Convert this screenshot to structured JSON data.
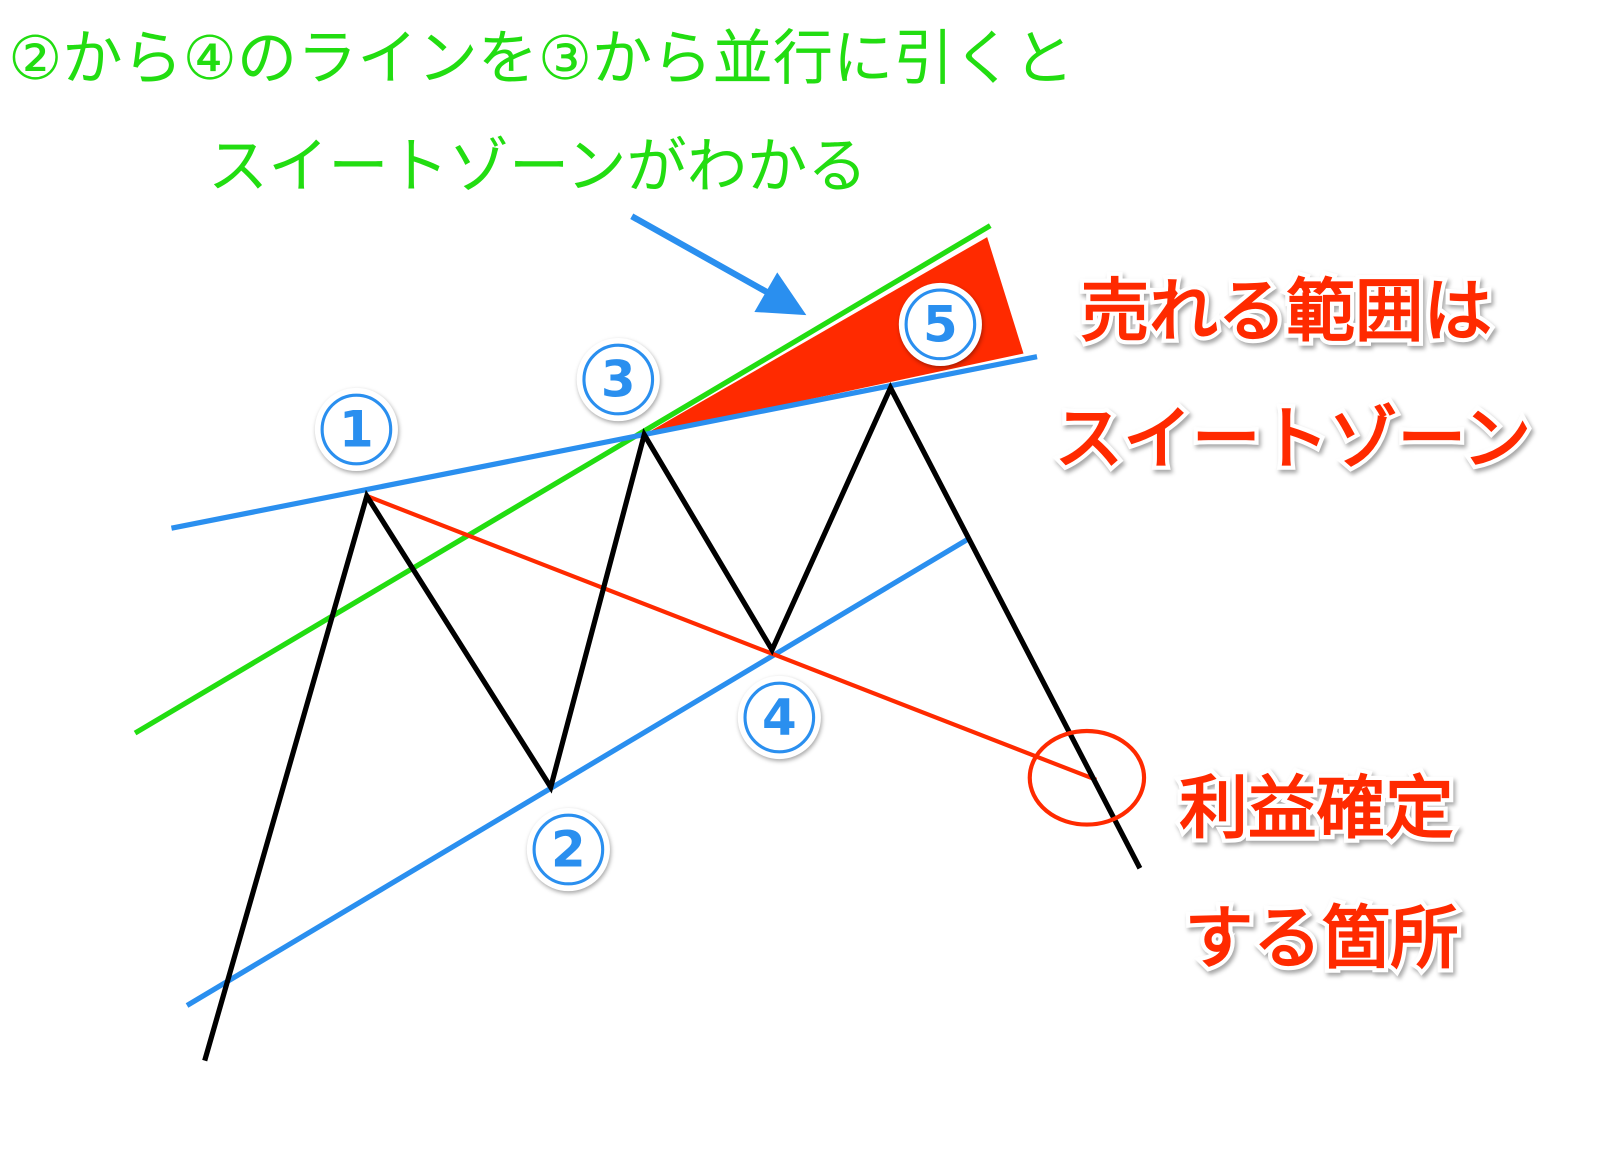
{
  "title_line1": "②から④のラインを③から並行に引くと",
  "title_line2": "スイートゾーンがわかる",
  "label_sell_line1": "売れる範囲は",
  "label_sell_line2": "スイートゾーン",
  "label_profit_line1": "利益確定",
  "label_profit_line2": "する箇所",
  "points": [
    {
      "label": "1"
    },
    {
      "label": "2"
    },
    {
      "label": "3"
    },
    {
      "label": "4"
    },
    {
      "label": "5"
    }
  ],
  "colors": {
    "price": "#000000",
    "trend_blue": "#2a8fef",
    "parallel_green": "#22dd11",
    "target_red": "#ff2a00"
  }
}
